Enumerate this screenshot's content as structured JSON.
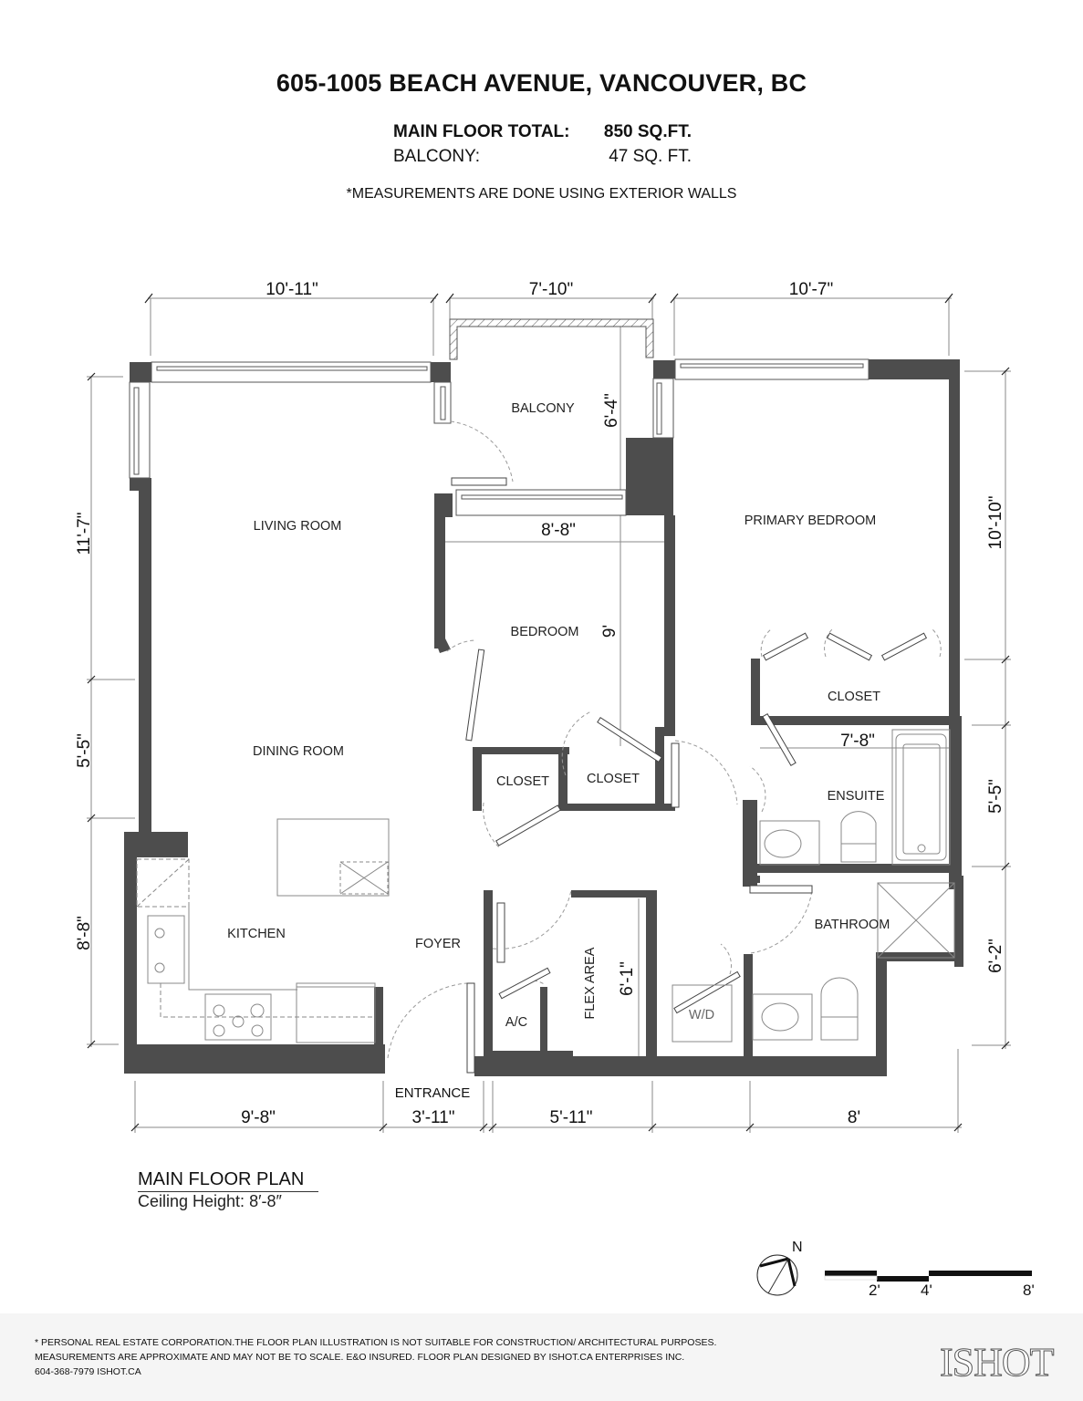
{
  "header": {
    "address": "605-1005 BEACH AVENUE, VANCOUVER, BC",
    "main_floor_label": "MAIN FLOOR TOTAL:",
    "main_floor_value": "850 SQ.FT.",
    "balcony_label": "BALCONY:",
    "balcony_value": "47 SQ. FT.",
    "note": "*MEASUREMENTS ARE DONE USING EXTERIOR WALLS"
  },
  "rooms": {
    "living_room": "LIVING ROOM",
    "dining_room": "DINING ROOM",
    "kitchen": "KITCHEN",
    "foyer": "FOYER",
    "balcony": "BALCONY",
    "bedroom": "BEDROOM",
    "closet_1": "CLOSET",
    "closet_2": "CLOSET",
    "primary_bedroom": "PRIMARY BEDROOM",
    "primary_closet": "CLOSET",
    "ensuite": "ENSUITE",
    "bathroom": "BATHROOM",
    "flex_area": "FLEX AREA",
    "ac": "A/C",
    "wd": "W/D",
    "entrance": "ENTRANCE"
  },
  "dimensions": {
    "top": [
      "10'-11\"",
      "7'-10\"",
      "10'-7\""
    ],
    "bottom": [
      "9'-8\"",
      "3'-11\"",
      "5'-11\"",
      "8'"
    ],
    "left": [
      "11'-7\"",
      "5'-5\"",
      "8'-8\""
    ],
    "right": [
      "10'-10\"",
      "5'-5\"",
      "6'-2\""
    ],
    "balcony_depth": "6'-4\"",
    "bedroom_width": "8'-8\"",
    "bedroom_depth": "9'",
    "ensuite_width": "7'-8\"",
    "flex_depth": "6'-1\""
  },
  "plan": {
    "title": "MAIN FLOOR PLAN",
    "ceiling": "Ceiling Height: 8′-8″"
  },
  "legend": {
    "north": "N",
    "scale_ticks": [
      "2'",
      "4'",
      "8'"
    ]
  },
  "footer": {
    "line1": "* PERSONAL REAL ESTATE CORPORATION.THE FLOOR PLAN ILLUSTRATION IS NOT SUITABLE FOR CONSTRUCTION/ ARCHITECTURAL PURPOSES.",
    "line2": "MEASUREMENTS ARE APPROXIMATE AND MAY NOT BE TO SCALE. E&O INSURED. FLOOR PLAN DESIGNED BY ISHOT.CA ENTERPRISES INC.",
    "line3": "604-368-7979  ISHOT.CA",
    "logo": "ISHOT"
  },
  "colors": {
    "wall": "#4d4d4d",
    "line": "#555555",
    "dim_line": "#8a8a8a",
    "footer_bg": "#f5f5f5"
  }
}
